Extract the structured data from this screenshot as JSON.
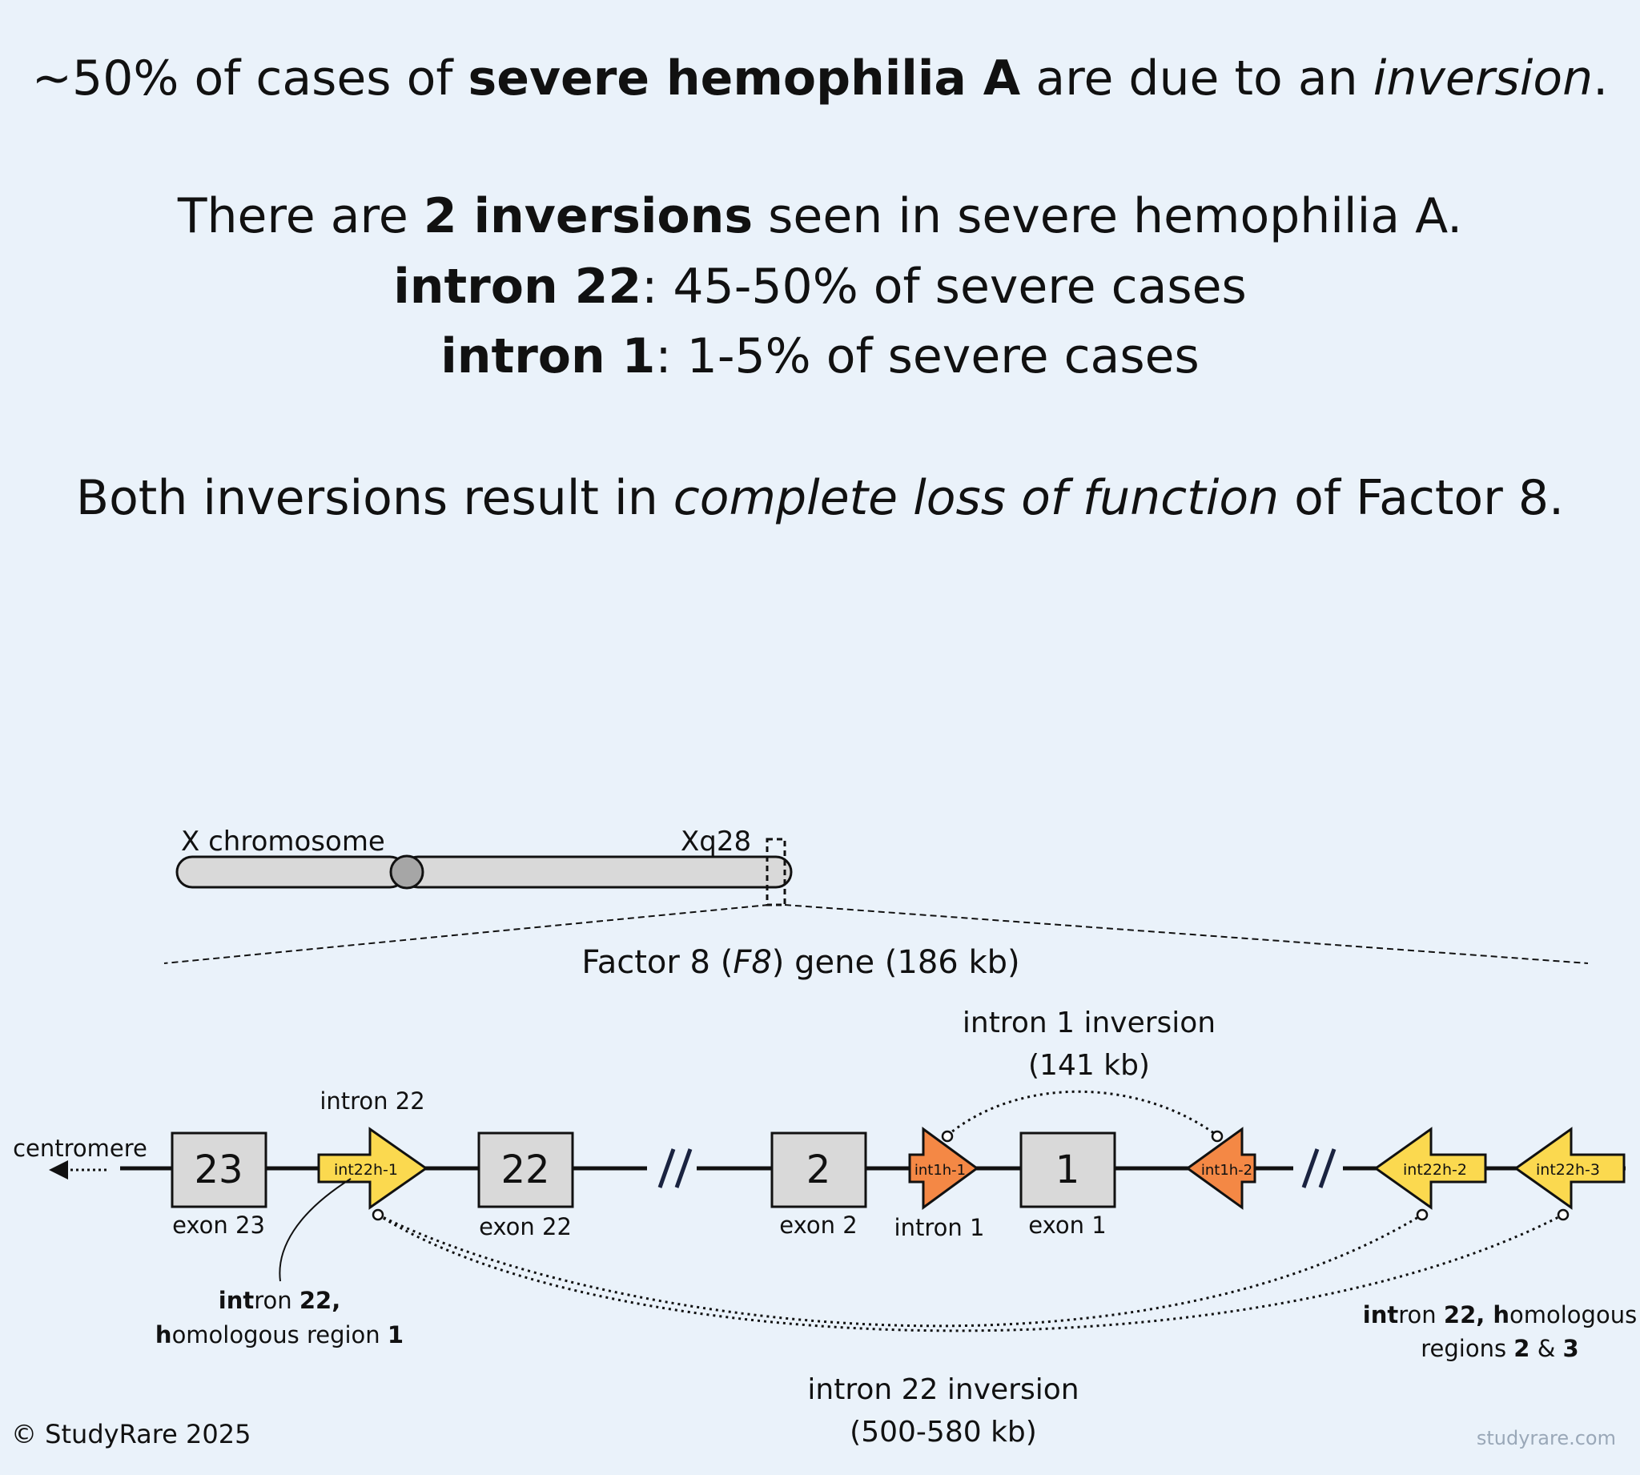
{
  "header": {
    "line1": {
      "prefix": "~50% of cases of ",
      "bold": "severe hemophilia A",
      "mid": " are due to an ",
      "italic": "inversion",
      "suffix": "."
    },
    "line2": {
      "prefix": "There are ",
      "bold": "2 inversions",
      "suffix": " seen in severe hemophilia A."
    },
    "line3": {
      "bold": "intron 22",
      "suffix": ": 45-50% of severe cases"
    },
    "line4": {
      "bold": "intron 1",
      "suffix": ": 1-5% of severe cases"
    },
    "line5": {
      "prefix": "Both inversions result in ",
      "italic": "complete loss of function",
      "suffix": " of Factor 8."
    }
  },
  "chromosome": {
    "label": "X chromosome",
    "band": "Xq28"
  },
  "gene": {
    "title_prefix": "Factor 8 (",
    "title_italic": "F8",
    "title_suffix": ") gene (186 kb)",
    "centromere_label": "centromere",
    "exons": [
      {
        "number": "23",
        "label": "exon 23"
      },
      {
        "number": "22",
        "label": "exon 22"
      },
      {
        "number": "2",
        "label": "exon 2"
      },
      {
        "number": "1",
        "label": "exon 1"
      }
    ],
    "homologs": {
      "int22h1": "int22h-1",
      "int22h2": "int22h-2",
      "int22h3": "int22h-3",
      "int1h1": "int1h-1",
      "int1h2": "int1h-2"
    },
    "intron22_label": "intron 22",
    "intron1_label": "intron 1",
    "int1_inversion": {
      "line1": "intron 1 inversion",
      "line2": "(141 kb)"
    },
    "int22_inversion": {
      "line1": "intron 22 inversion",
      "line2": "(500-580 kb)"
    },
    "callout_left": {
      "b1": "int",
      "t1": "ron ",
      "b2": "22,",
      "b3": "h",
      "t2": "omologous region ",
      "b4": "1"
    },
    "callout_right": {
      "b1": "int",
      "t1": "ron ",
      "b2": "22, h",
      "t2": "omologous",
      "t3": "regions ",
      "b3": "2",
      "t4": " & ",
      "b4": "3"
    }
  },
  "colors": {
    "background": "#eaf2fa",
    "exon_fill": "#d9d9d9",
    "int22h_fill": "#fbd94f",
    "int1h_fill": "#f48845",
    "accent_line": "#111111"
  },
  "footer": {
    "copyright": "© StudyRare 2025",
    "website": "studyrare.com"
  }
}
